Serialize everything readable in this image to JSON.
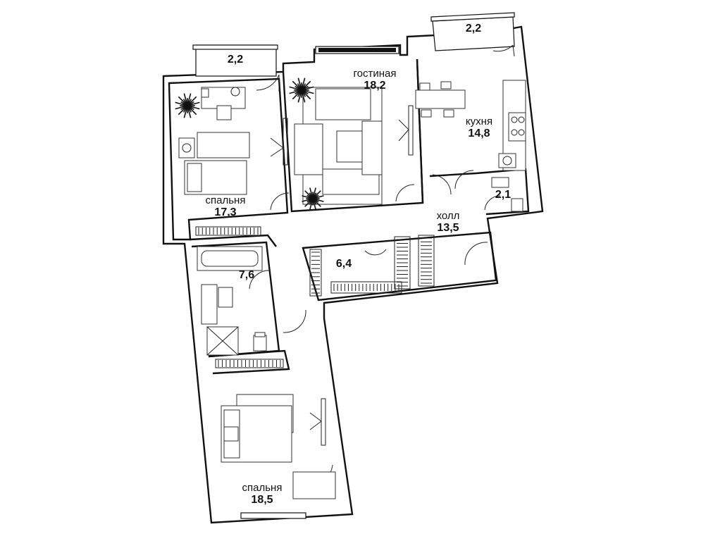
{
  "rooms": [
    {
      "id": "balcony-left",
      "name": "",
      "area": "2,2"
    },
    {
      "id": "balcony-right",
      "name": "",
      "area": "2,2"
    },
    {
      "id": "living-room",
      "name": "гостиная",
      "area": "18,2"
    },
    {
      "id": "kitchen",
      "name": "кухня",
      "area": "14,8"
    },
    {
      "id": "bedroom-top",
      "name": "спальня",
      "area": "17,3"
    },
    {
      "id": "hall",
      "name": "холл",
      "area": "13,5"
    },
    {
      "id": "wc",
      "name": "",
      "area": "2,1"
    },
    {
      "id": "closet",
      "name": "",
      "area": "6,4"
    },
    {
      "id": "bathroom",
      "name": "",
      "area": "7,6"
    },
    {
      "id": "bedroom-bottom",
      "name": "спальня",
      "area": "18,5"
    }
  ],
  "colors": {
    "wall": "#111111",
    "background": "#ffffff"
  },
  "icons": [
    "potted-plant-icon",
    "double-bed-icon",
    "sofa-icon",
    "dining-table-icon",
    "stove-icon",
    "sink-icon",
    "bathtub-icon",
    "toilet-icon",
    "shower-icon",
    "door-swing-icon",
    "radiator-icon",
    "wardrobe-icon"
  ]
}
